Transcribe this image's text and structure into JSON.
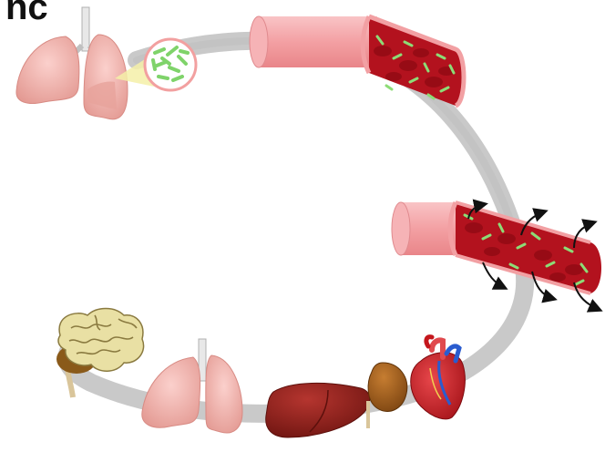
{
  "top_fragment": "nc",
  "colors": {
    "pathway": "#c8c8c8",
    "vessel_pink": "#f3a0a3",
    "blood": "#b3121e",
    "bacteria": "#7fd36a",
    "lung": "#f2b3ae",
    "liver": "#8e1e1a",
    "spleen": "#a8621c",
    "heart": "#c4161c",
    "brain": "#e9e0a4",
    "arrow": "#111111"
  },
  "organs": [
    "lungs-infected",
    "bloodstream",
    "vessel-leak",
    "brain",
    "lungs",
    "liver",
    "spleen",
    "heart"
  ]
}
